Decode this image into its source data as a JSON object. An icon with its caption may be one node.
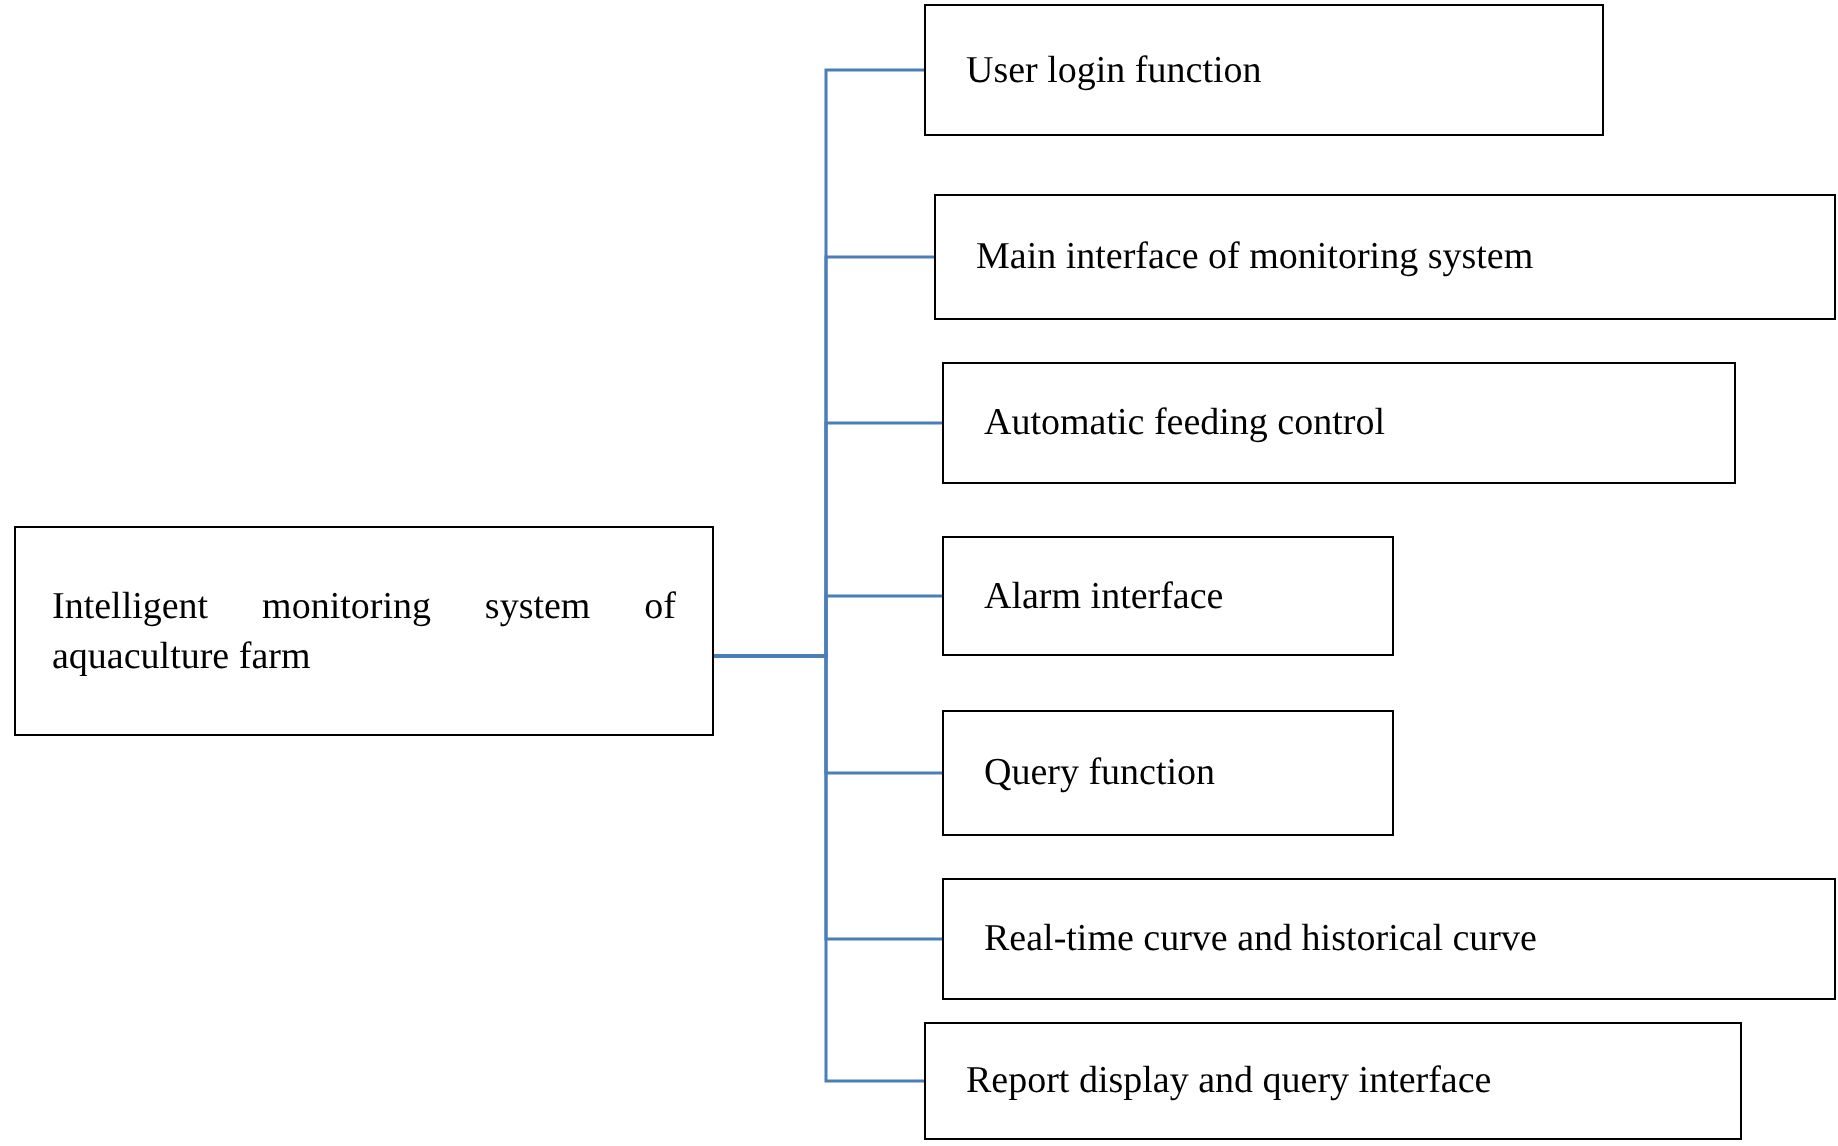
{
  "diagram": {
    "nodes": [
      {
        "text": [
          "Intelligent monitoring system of aquaculture farm"
        ]
      },
      {
        "text": [
          "User login function"
        ]
      },
      {
        "text": [
          "Main interface of monitoring system"
        ]
      },
      {
        "text": [
          "Automatic feeding control"
        ]
      },
      {
        "text": [
          "Alarm interface"
        ]
      },
      {
        "text": [
          "Query function"
        ]
      },
      {
        "text": [
          "Real-time curve and historical curve"
        ]
      },
      {
        "text": [
          "Report display and query interface"
        ]
      }
    ],
    "edges": [
      {
        "from": 0,
        "to": 1,
        "arrow": "none"
      },
      {
        "from": 0,
        "to": 2,
        "arrow": "none"
      },
      {
        "from": 0,
        "to": 3,
        "arrow": "none"
      },
      {
        "from": 0,
        "to": 4,
        "arrow": "none"
      },
      {
        "from": 0,
        "to": 5,
        "arrow": "none"
      },
      {
        "from": 0,
        "to": 6,
        "arrow": "none"
      },
      {
        "from": 0,
        "to": 7,
        "arrow": "none"
      }
    ]
  }
}
